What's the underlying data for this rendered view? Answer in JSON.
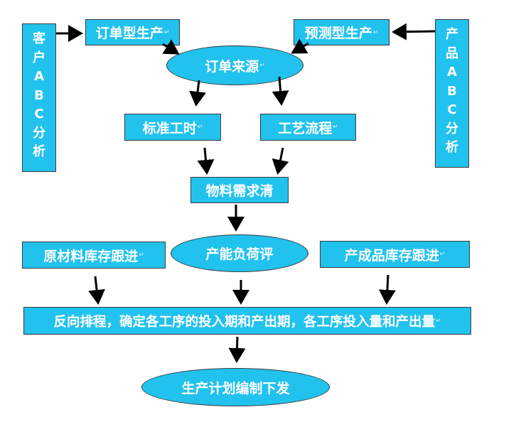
{
  "left_side": {
    "chars": [
      "客",
      "户",
      "A",
      "B",
      "C",
      "分",
      "析"
    ]
  },
  "right_side": {
    "chars": [
      "产",
      "品",
      "A",
      "B",
      "C",
      "分",
      "析"
    ]
  },
  "order_production": {
    "label": "订单型生产"
  },
  "forecast_production": {
    "label": "预测型生产"
  },
  "order_source": {
    "label": "订单来源"
  },
  "standard_hours": {
    "label": "标准工时"
  },
  "process_flow": {
    "label": "工艺流程"
  },
  "material_requirements": {
    "label": "物料需求清"
  },
  "raw_material_tracking": {
    "label": "原材料库存跟进"
  },
  "capacity_load": {
    "label": "产能负荷评"
  },
  "finished_goods_tracking": {
    "label": "产成品库存跟进"
  },
  "backward_scheduling": {
    "label": "反向排程，确定各工序的投入期和产出期，各工序投入量和产出量"
  },
  "plan_release": {
    "label": "生产计划编制下发"
  },
  "paragraph_mark": "↵",
  "colors": {
    "box_fill": "#22c2ee",
    "box_border": "#3a3a3a",
    "text": "#ffffff",
    "arrow": "#000000"
  }
}
